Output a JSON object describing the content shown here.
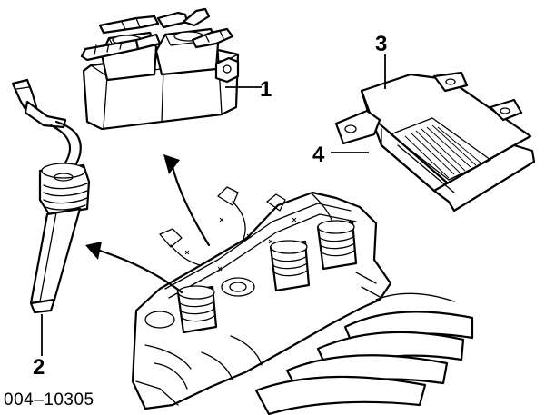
{
  "callouts": {
    "c1": "1",
    "c2": "2",
    "c3": "3",
    "c4": "4"
  },
  "part_number": "004–10305"
}
